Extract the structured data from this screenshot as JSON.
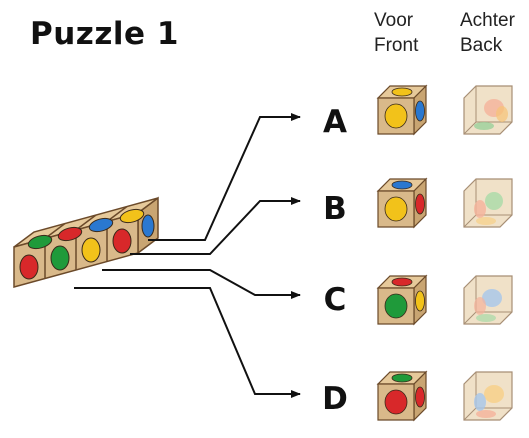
{
  "title": "Puzzle 1",
  "column_headers": {
    "front": {
      "line1": "Voor",
      "line2": "Front"
    },
    "back": {
      "line1": "Achter",
      "line2": "Back"
    }
  },
  "options": [
    {
      "letter": "A",
      "front_icon": "cube-front-yellow-top-yellow-blue-icon",
      "back_icon": "cube-back-transparent-icon"
    },
    {
      "letter": "B",
      "front_icon": "cube-front-blue-top-yellow-red-icon",
      "back_icon": "cube-back-transparent-icon"
    },
    {
      "letter": "C",
      "front_icon": "cube-front-red-top-green-yellow-icon",
      "back_icon": "cube-back-transparent-icon"
    },
    {
      "letter": "D",
      "front_icon": "cube-front-green-top-red-red-icon",
      "back_icon": "cube-back-transparent-icon"
    }
  ],
  "colors": {
    "cube_face": "#d9b98a",
    "cube_edge": "#6b4a2a",
    "red": "#d8282a",
    "green": "#1f9a3a",
    "blue": "#2a78d0",
    "yellow": "#f2c21a"
  }
}
